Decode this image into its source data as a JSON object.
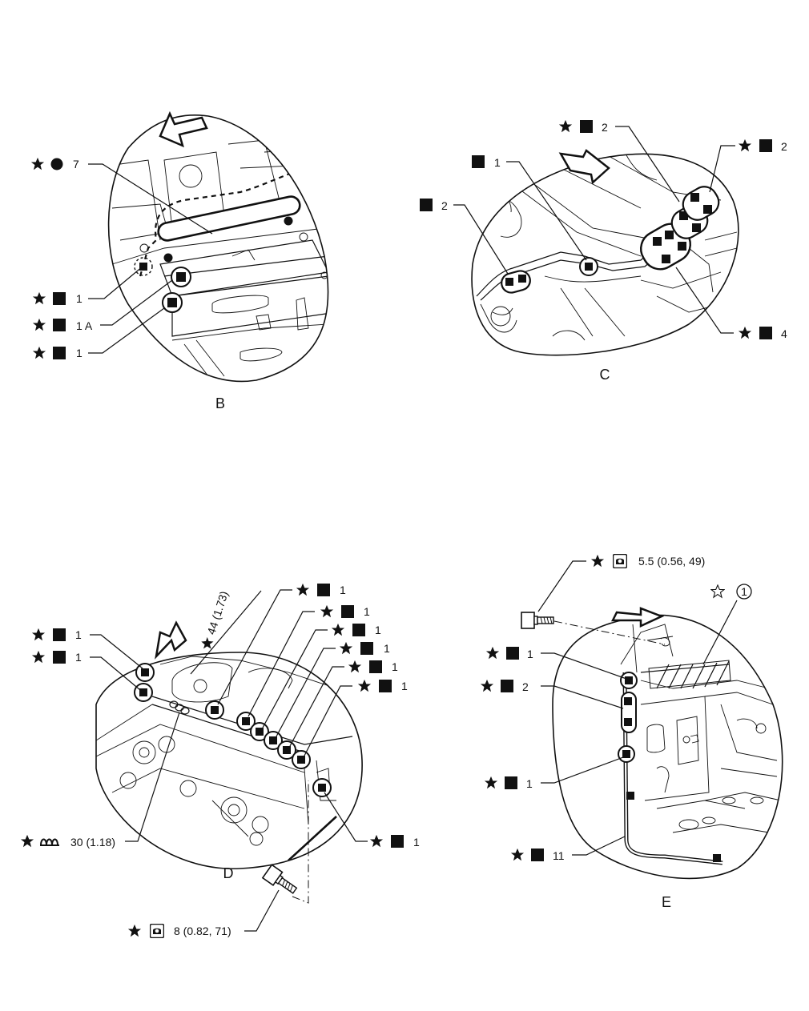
{
  "panels": [
    {
      "id": "B",
      "label": "B",
      "callouts": [
        {
          "star": "★",
          "symbol": "circle",
          "text": "7"
        },
        {
          "star": "★",
          "symbol": "square",
          "text": "1"
        },
        {
          "star": "★",
          "symbol": "square",
          "text": "1 A"
        },
        {
          "star": "★",
          "symbol": "square",
          "text": "1"
        }
      ]
    },
    {
      "id": "C",
      "label": "C",
      "callouts": [
        {
          "star": "★",
          "symbol": "square",
          "text": "2"
        },
        {
          "star": "★",
          "symbol": "square",
          "text": "2"
        },
        {
          "star": "",
          "symbol": "square",
          "text": "1"
        },
        {
          "star": "",
          "symbol": "square",
          "text": "2"
        },
        {
          "star": "★",
          "symbol": "square",
          "text": "4"
        }
      ]
    },
    {
      "id": "D",
      "label": "D",
      "callouts": [
        {
          "star": "★",
          "symbol": "square",
          "text": "1"
        },
        {
          "star": "★",
          "symbol": "square",
          "text": "1"
        },
        {
          "star": "★",
          "symbol": "square",
          "text": "1"
        },
        {
          "star": "★",
          "symbol": "square",
          "text": "1"
        },
        {
          "star": "★",
          "symbol": "square",
          "text": "1"
        },
        {
          "star": "★",
          "symbol": "square",
          "text": "1"
        },
        {
          "star": "★",
          "symbol": "square",
          "text": "1"
        },
        {
          "star": "★",
          "symbol": "square",
          "text": "1"
        },
        {
          "star": "★",
          "symbol": "square",
          "text": "1"
        },
        {
          "star": "★",
          "symbol": "weld-bead",
          "text": "30 (1.18)"
        },
        {
          "star": "★",
          "symbol": "torque",
          "text": "8 (0.82, 71)"
        }
      ],
      "rotated_label": {
        "star": "★",
        "text": "44 (1.73)"
      }
    },
    {
      "id": "E",
      "label": "E",
      "callouts": [
        {
          "star": "★",
          "symbol": "torque",
          "text": "5.5 (0.56, 49)"
        },
        {
          "star": "☆",
          "symbol": "number-circle",
          "text": "1"
        },
        {
          "star": "★",
          "symbol": "square",
          "text": "1"
        },
        {
          "star": "★",
          "symbol": "square",
          "text": "2"
        },
        {
          "star": "★",
          "symbol": "square",
          "text": "1"
        },
        {
          "star": "★",
          "symbol": "square",
          "text": "11"
        }
      ]
    }
  ]
}
